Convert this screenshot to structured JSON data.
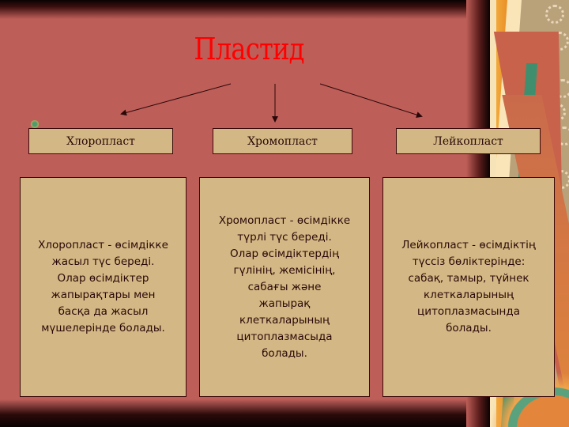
{
  "slide": {
    "title": "Пластид",
    "colors": {
      "background": "#be5e58",
      "title": "#ff0000",
      "box_fill": "#d3b885",
      "box_border": "#3a0a0a",
      "text": "#2a0808"
    },
    "categories": [
      {
        "label": "Хлоропласт",
        "description": "Хлоропласт - өсімдікке\nжасыл түс береді.\nОлар өсімдіктер\nжапырақтары мен\nбасқа да жасыл\nмүшелерінде болады."
      },
      {
        "label": "Хромопласт",
        "description": "Хромопласт - өсімдікке\nтүрлі түс береді.\nОлар өсімдіктердің\nгүлінің, жемісінің,\nсабағы және\nжапырақ\nклеткаларының\nцитоплазмасыда\nболады."
      },
      {
        "label": "Лейкопласт",
        "description": "Лейкопласт - өсімдіктің\nтүссіз бөліктерінде:\nсабақ, тамыр, түйнек\nклеткаларының\nцитоплазмасында\nболады."
      }
    ],
    "arrows": [
      {
        "from": [
          292,
          106
        ],
        "to": [
          152,
          145
        ],
        "target": "Хлоропласт"
      },
      {
        "from": [
          348,
          106
        ],
        "to": [
          348,
          155
        ],
        "target": "Хромопласт"
      },
      {
        "from": [
          405,
          106
        ],
        "to": [
          535,
          148
        ],
        "target": "Лейкопласт"
      }
    ]
  }
}
